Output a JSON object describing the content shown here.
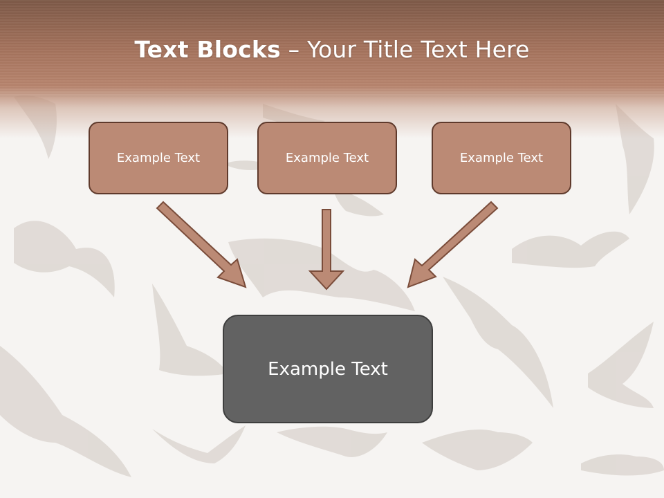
{
  "slide": {
    "title_bold": "Text Blocks",
    "title_dash": " – ",
    "title_rest": "Your Title Text Here",
    "boxes": [
      {
        "label": "Example Text"
      },
      {
        "label": "Example Text"
      },
      {
        "label": "Example Text"
      }
    ],
    "target_box": {
      "label": "Example Text"
    }
  },
  "colors": {
    "header": "#a4725c",
    "small_box_fill": "#bb8a75",
    "small_box_border": "#5f3a2c",
    "arrow_fill": "#bb8a75",
    "big_box_fill": "#626262"
  }
}
